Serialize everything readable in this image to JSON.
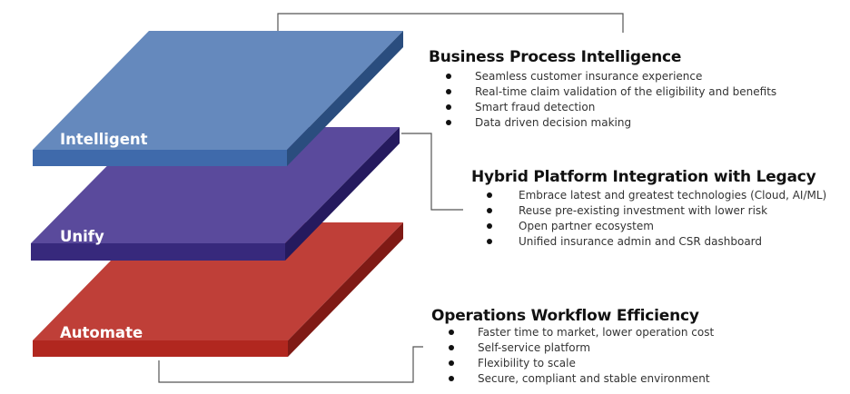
{
  "colors": {
    "intelligent": {
      "top": "#6589bd",
      "front": "#3f6aab",
      "side": "#2a4d7e"
    },
    "unify": {
      "top": "#5a4a9c",
      "front": "#37297c",
      "side": "#251a5e"
    },
    "automate": {
      "top": "#bf3f38",
      "front": "#b1271f",
      "side": "#7f1a15"
    },
    "connector": "#555555"
  },
  "layers": [
    {
      "id": "intelligent",
      "label": "Intelligent"
    },
    {
      "id": "unify",
      "label": "Unify"
    },
    {
      "id": "automate",
      "label": "Automate"
    }
  ],
  "sections": [
    {
      "title": "Business Process Intelligence",
      "items": [
        "Seamless customer insurance experience",
        "Real-time claim validation of the eligibility and benefits",
        "Smart fraud detection",
        "Data driven decision making"
      ]
    },
    {
      "title": "Hybrid Platform Integration with Legacy",
      "items": [
        "Embrace latest and greatest technologies (Cloud, AI/ML)",
        "Reuse pre-existing investment with lower risk",
        "Open partner ecosystem",
        "Unified insurance admin and CSR dashboard"
      ]
    },
    {
      "title": "Operations Workflow Efficiency",
      "items": [
        "Faster time to market, lower operation cost",
        "Self-service platform",
        "Flexibility to scale",
        "Secure, compliant and stable environment"
      ]
    }
  ]
}
